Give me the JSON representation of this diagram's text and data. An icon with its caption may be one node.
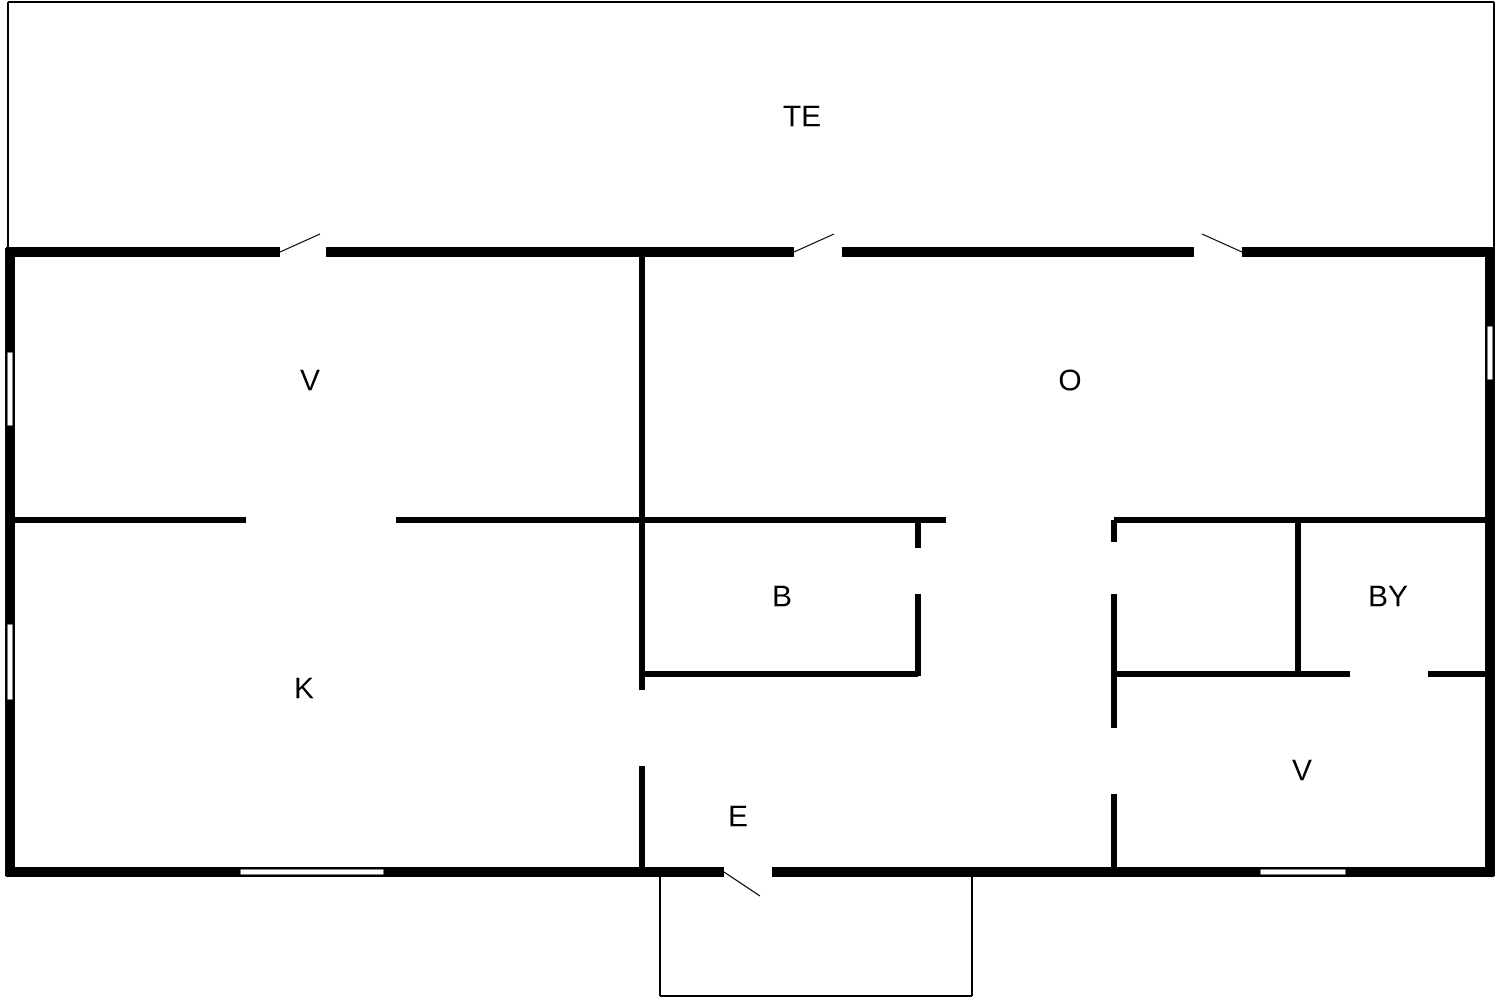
{
  "diagram": {
    "labels": [
      "TE",
      "V",
      "O",
      "B",
      "BY",
      "K",
      "E",
      "V"
    ]
  }
}
